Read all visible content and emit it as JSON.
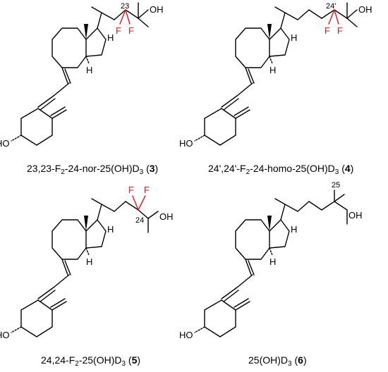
{
  "compounds": [
    {
      "id": "3",
      "caption_pre": "23,23-F",
      "caption_mid": "-24-nor-25(OH)D",
      "caption_post": " (",
      "caption_num": "3",
      "caption_end": ")",
      "sub2": "2",
      "sub3": "3",
      "position_label": "23",
      "oh_label": "OH",
      "ho_label": "HO",
      "h_label": "H",
      "f_label": "F"
    },
    {
      "id": "4",
      "caption_pre": "24',24'-F",
      "caption_mid": "-24-homo-25(OH)D",
      "caption_post": " (",
      "caption_num": "4",
      "caption_end": ")",
      "sub2": "2",
      "sub3": "3",
      "position_label": "24'",
      "oh_label": "OH",
      "ho_label": "HO",
      "h_label": "H",
      "f_label": "F"
    },
    {
      "id": "5",
      "caption_pre": "24,24-F",
      "caption_mid": "-25(OH)D",
      "caption_post": " (",
      "caption_num": "5",
      "caption_end": ")",
      "sub2": "2",
      "sub3": "3",
      "position_label": "24",
      "oh_label": "OH",
      "ho_label": "HO",
      "h_label": "H",
      "f_label": "F"
    },
    {
      "id": "6",
      "caption_pre": "25(OH)D",
      "caption_mid": "",
      "caption_post": " (",
      "caption_num": "6",
      "caption_end": ")",
      "sub2": "",
      "sub3": "3",
      "position_label": "25",
      "oh_label": "OH",
      "ho_label": "HO",
      "h_label": "H",
      "f_label": ""
    }
  ],
  "colors": {
    "bond": "#000000",
    "fluorine": "#e0141e"
  }
}
